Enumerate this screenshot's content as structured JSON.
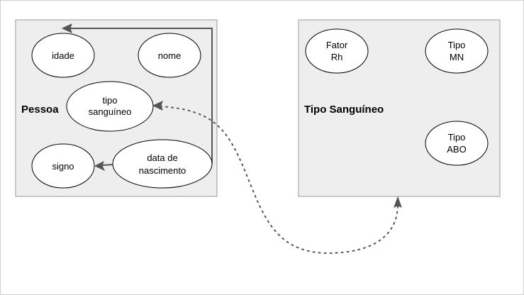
{
  "groups": {
    "pessoa": {
      "title": "Pessoa"
    },
    "tipo_sanguineo": {
      "title": "Tipo Sanguíneo"
    }
  },
  "nodes": {
    "idade": {
      "lines": [
        "idade"
      ]
    },
    "nome": {
      "lines": [
        "nome"
      ]
    },
    "tipo_sanguineo": {
      "lines": [
        "tipo",
        "sanguíneo"
      ]
    },
    "signo": {
      "lines": [
        "signo"
      ]
    },
    "data_de_nascimento": {
      "lines": [
        "data de",
        "nascimento"
      ]
    },
    "fator_rh": {
      "lines": [
        "Fator",
        "Rh"
      ]
    },
    "tipo_mn": {
      "lines": [
        "Tipo",
        "MN"
      ]
    },
    "tipo_abo": {
      "lines": [
        "Tipo",
        "ABO"
      ]
    }
  },
  "colors": {
    "group_fill": "#eeeeee",
    "group_stroke": "#9a9a9a",
    "edge": "#555555"
  }
}
